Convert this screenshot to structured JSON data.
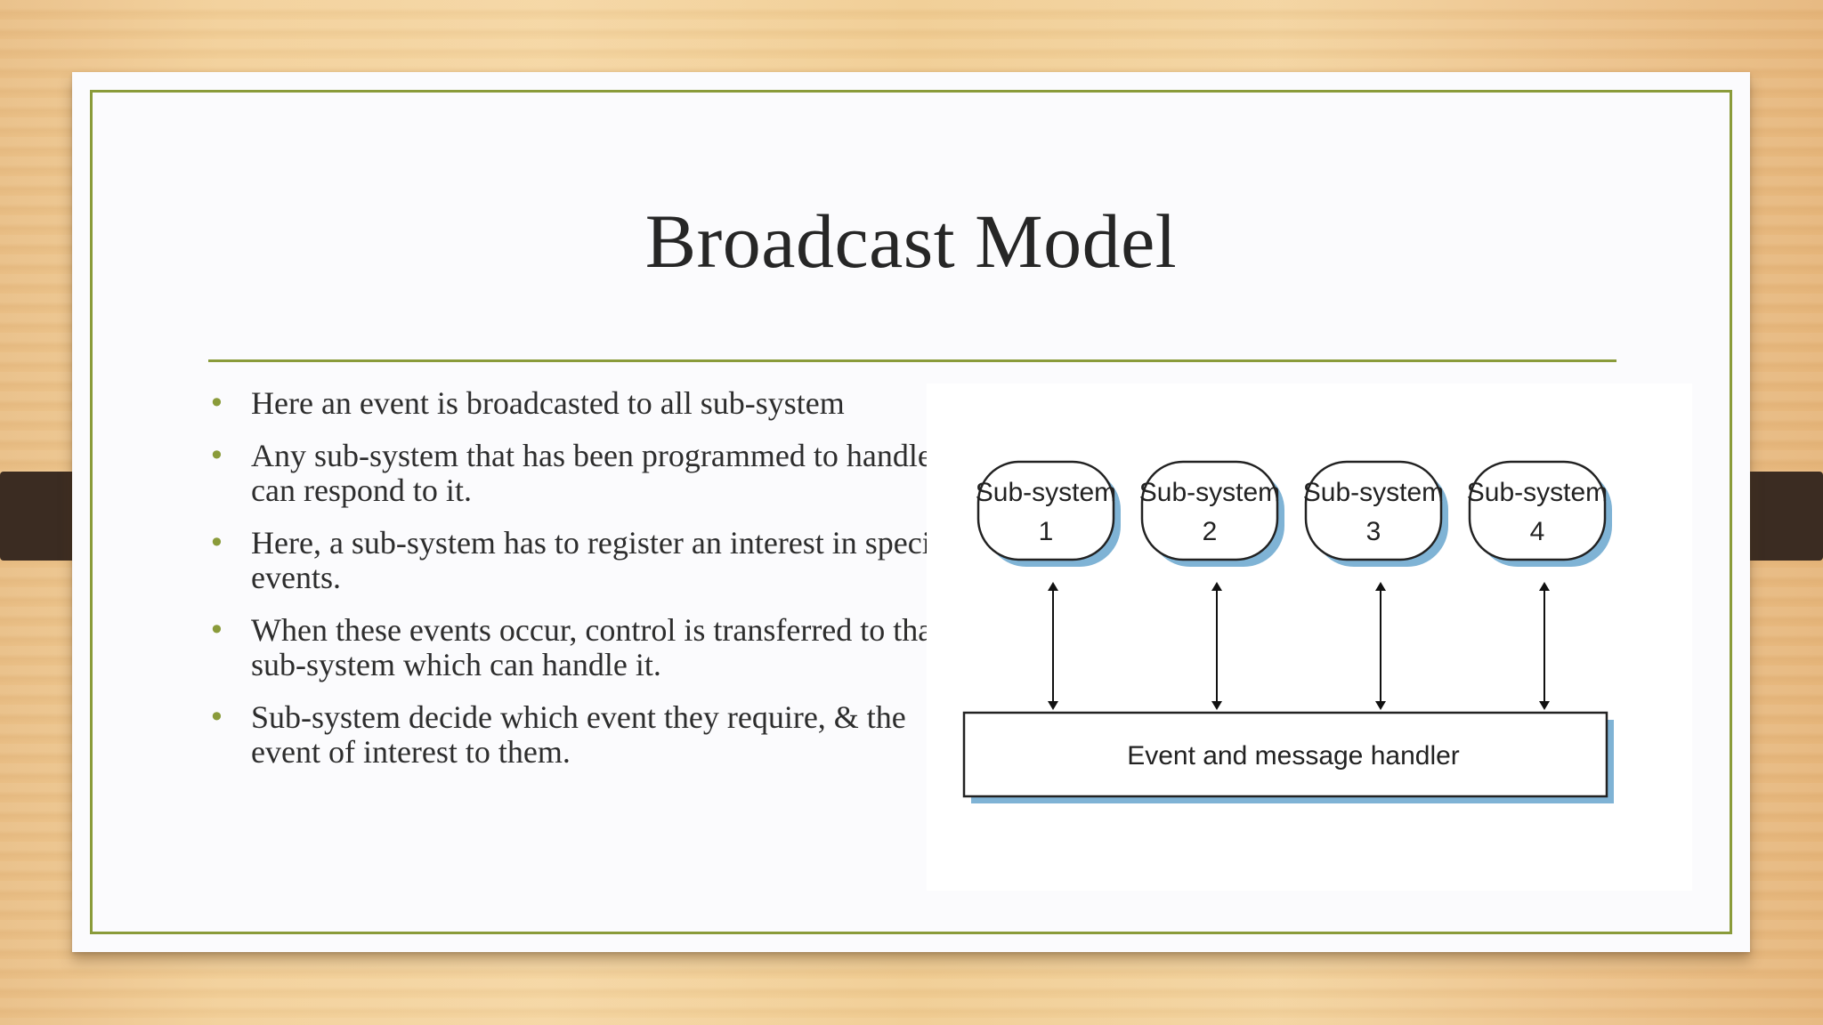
{
  "slide": {
    "title": "Broadcast Model",
    "bullets": [
      "Here an event is broadcasted to all sub-system",
      "Any sub-system that has been programmed to handle can respond to it.",
      "Here, a sub-system has to register an interest in specific events.",
      "When these events occur, control is transferred to that sub-system which can handle it.",
      "Sub-system decide which event they require, & the event of  interest to them."
    ]
  },
  "diagram": {
    "subsystems": [
      {
        "label": "Sub-system",
        "number": "1"
      },
      {
        "label": "Sub-system",
        "number": "2"
      },
      {
        "label": "Sub-system",
        "number": "3"
      },
      {
        "label": "Sub-system",
        "number": "4"
      }
    ],
    "handler_label": "Event and message handler"
  },
  "colors": {
    "accent": "#8a9b3a",
    "node_shadow": "#7fb3d5",
    "text": "#262626"
  }
}
